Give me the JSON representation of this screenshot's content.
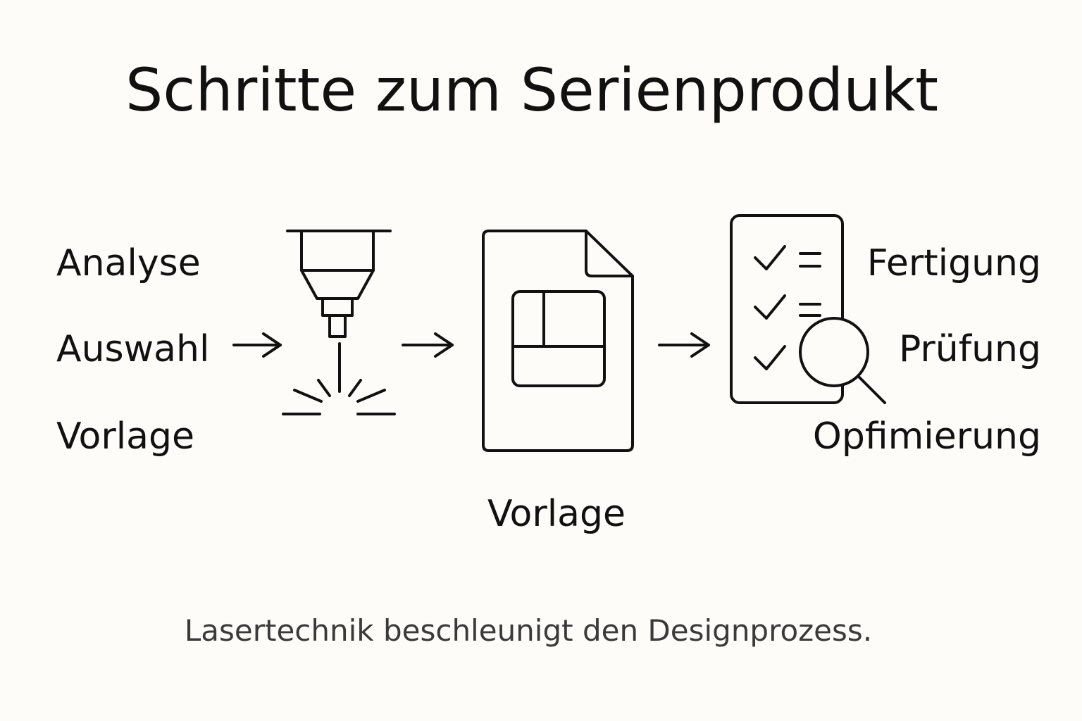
{
  "title": "Schritte zum Serienprodukt",
  "left_steps": [
    "Analyse",
    "Auswahl",
    "Vorlage"
  ],
  "center_label": "Vorlage",
  "right_steps": [
    "Fertigung",
    "Prüfung",
    "Opfimierung"
  ],
  "caption": "Lasertechnik beschleunigt den Designprozess.",
  "icons": {
    "laser": "laser-cutter-icon",
    "document": "document-template-icon",
    "checklist": "checklist-icon",
    "magnifier": "magnifying-glass-icon",
    "arrow": "arrow-right-icon"
  },
  "colors": {
    "background": "#fdfcf8",
    "ink": "#111111",
    "caption": "#3a3a3a"
  }
}
